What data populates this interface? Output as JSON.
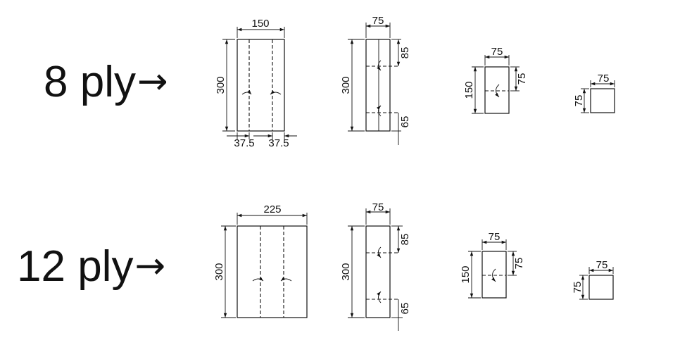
{
  "rows": [
    {
      "label": "8 ply",
      "arrow": "→",
      "pieces": [
        {
          "width_label": "150",
          "height_label": "300",
          "bottom_left": "37.5",
          "bottom_right": "37.5"
        },
        {
          "width_label": "75",
          "height_label": "300",
          "top_offset": "85",
          "bottom_offset": "65"
        },
        {
          "width_label": "75",
          "height_label": "150",
          "side_label": "75"
        },
        {
          "width_label": "75",
          "height_label": "75"
        }
      ]
    },
    {
      "label": "12 ply",
      "arrow": "→",
      "pieces": [
        {
          "width_label": "225",
          "height_label": "300"
        },
        {
          "width_label": "75",
          "height_label": "300",
          "top_offset": "85",
          "bottom_offset": "65"
        },
        {
          "width_label": "75",
          "height_label": "150",
          "side_label": "75"
        },
        {
          "width_label": "75",
          "height_label": "75"
        }
      ]
    }
  ]
}
